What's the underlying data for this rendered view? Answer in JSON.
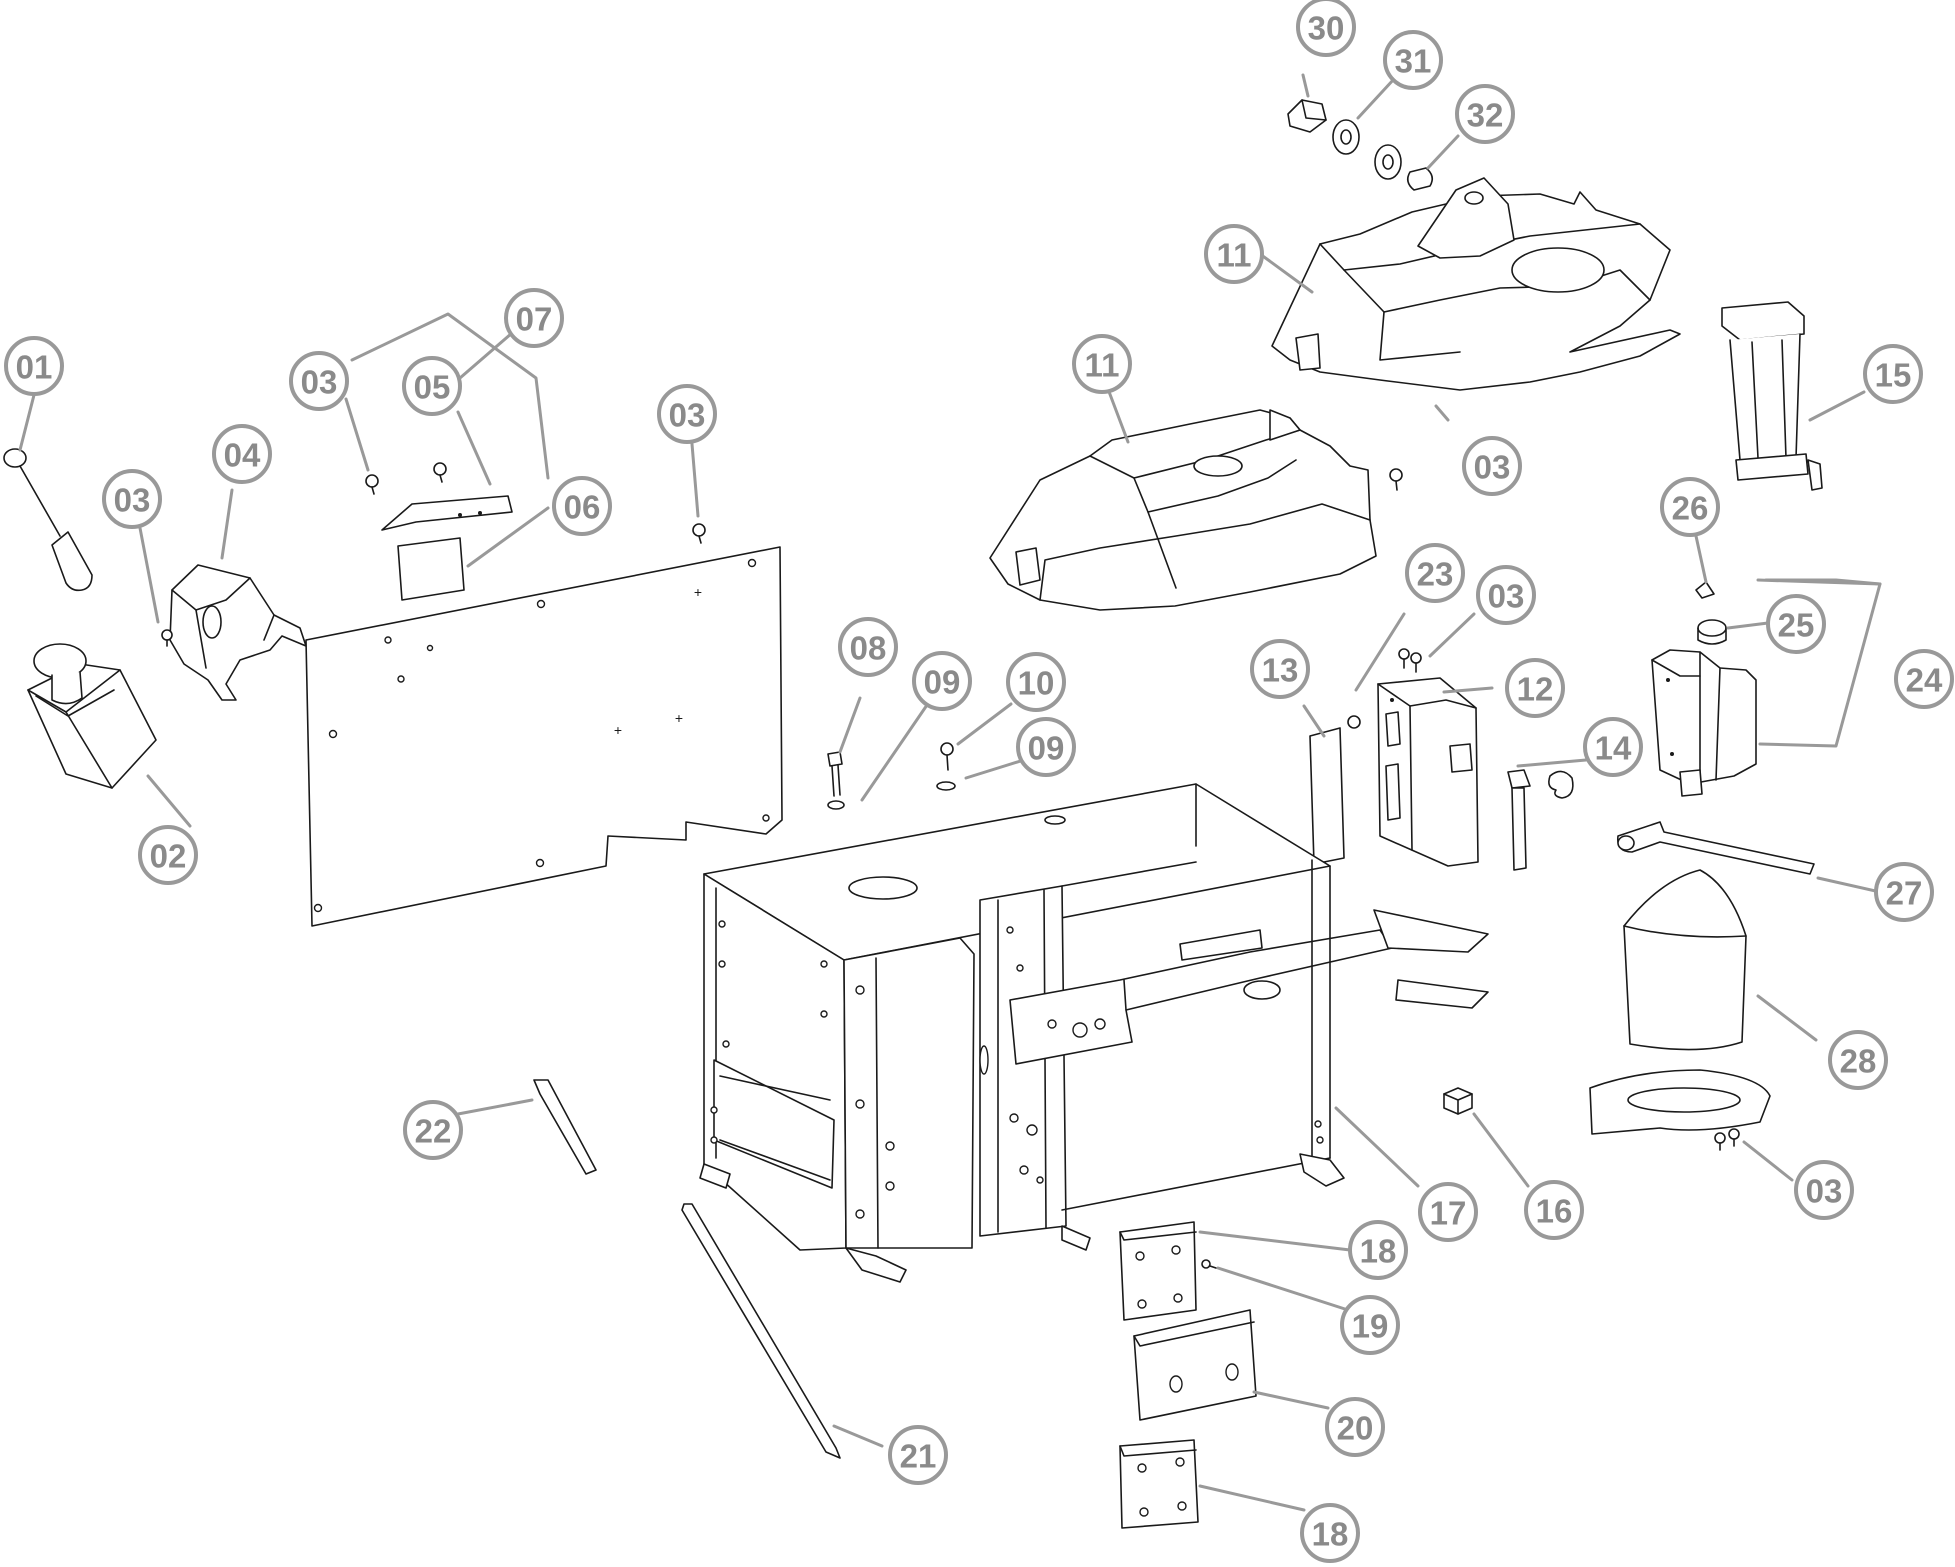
{
  "colors": {
    "line": "#1a1a1a",
    "callout": "#999999",
    "callout_text": "#8a8a8a",
    "background": "#ffffff"
  },
  "callouts": [
    {
      "id": "c01",
      "label": "01"
    },
    {
      "id": "c02",
      "label": "02"
    },
    {
      "id": "c03a",
      "label": "03"
    },
    {
      "id": "c04",
      "label": "04"
    },
    {
      "id": "c03b",
      "label": "03"
    },
    {
      "id": "c05",
      "label": "05"
    },
    {
      "id": "c07",
      "label": "07"
    },
    {
      "id": "c06",
      "label": "06"
    },
    {
      "id": "c03c",
      "label": "03"
    },
    {
      "id": "c08",
      "label": "08"
    },
    {
      "id": "c09a",
      "label": "09"
    },
    {
      "id": "c10",
      "label": "10"
    },
    {
      "id": "c09b",
      "label": "09"
    },
    {
      "id": "c11a",
      "label": "11"
    },
    {
      "id": "c11b",
      "label": "11"
    },
    {
      "id": "c30",
      "label": "30"
    },
    {
      "id": "c31",
      "label": "31"
    },
    {
      "id": "c32",
      "label": "32"
    },
    {
      "id": "c03d",
      "label": "03"
    },
    {
      "id": "c15",
      "label": "15"
    },
    {
      "id": "c26",
      "label": "26"
    },
    {
      "id": "c25",
      "label": "25"
    },
    {
      "id": "c24",
      "label": "24"
    },
    {
      "id": "c23",
      "label": "23"
    },
    {
      "id": "c03e",
      "label": "03"
    },
    {
      "id": "c12",
      "label": "12"
    },
    {
      "id": "c13",
      "label": "13"
    },
    {
      "id": "c14",
      "label": "14"
    },
    {
      "id": "c27",
      "label": "27"
    },
    {
      "id": "c28",
      "label": "28"
    },
    {
      "id": "c03f",
      "label": "03"
    },
    {
      "id": "c16",
      "label": "16"
    },
    {
      "id": "c17",
      "label": "17"
    },
    {
      "id": "c18a",
      "label": "18"
    },
    {
      "id": "c19",
      "label": "19"
    },
    {
      "id": "c20",
      "label": "20"
    },
    {
      "id": "c18b",
      "label": "18"
    },
    {
      "id": "c21",
      "label": "21"
    },
    {
      "id": "c22",
      "label": "22"
    }
  ]
}
